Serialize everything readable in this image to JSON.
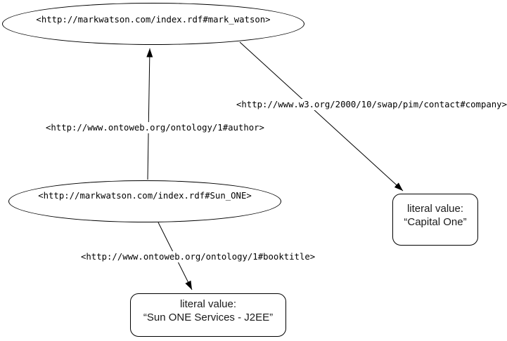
{
  "diagram": {
    "type": "rdf-graph",
    "colors": {
      "background": "#ffffff",
      "stroke": "#000000",
      "text": "#000000"
    },
    "nodes": {
      "mark_watson": {
        "shape": "ellipse",
        "label": "<http://markwatson.com/index.rdf#mark_watson>"
      },
      "sun_one": {
        "shape": "ellipse",
        "label": "<http://markwatson.com/index.rdf#Sun_ONE>"
      },
      "capital_one_literal": {
        "shape": "rounded-rect",
        "line1": "literal value:",
        "line2": "“Capital One”"
      },
      "sun_one_services_literal": {
        "shape": "rounded-rect",
        "line1": "literal value:",
        "line2": "“Sun ONE Services - J2EE”"
      }
    },
    "edges": {
      "author": {
        "from": "sun_one",
        "to": "mark_watson",
        "label": "<http://www.ontoweb.org/ontology/1#author>"
      },
      "company": {
        "from": "mark_watson",
        "to": "capital_one_literal",
        "label": "<http://www.w3.org/2000/10/swap/pim/contact#company>"
      },
      "booktitle": {
        "from": "sun_one",
        "to": "sun_one_services_literal",
        "label": "<http://www.ontoweb.org/ontology/1#booktitle>"
      }
    }
  }
}
